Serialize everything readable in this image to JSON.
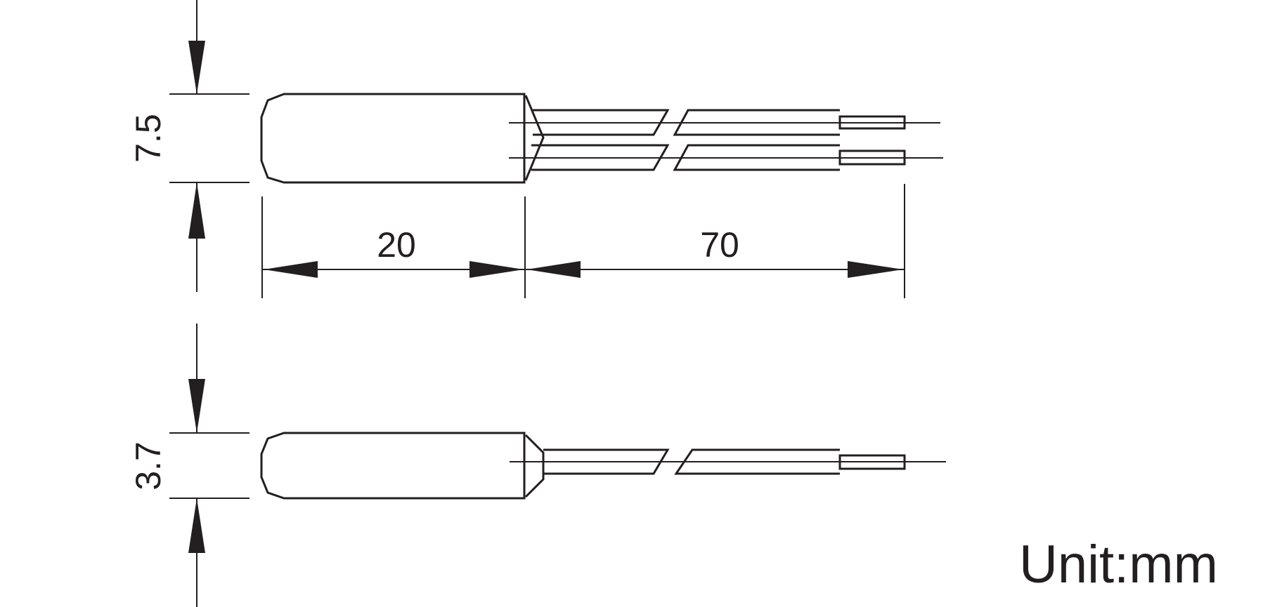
{
  "dimensions": {
    "top_height": "7.5",
    "body_length": "20",
    "lead_length": "70",
    "bottom_height": "3.7"
  },
  "unit_label": "Unit:mm",
  "colors": {
    "ink": "#231f20",
    "background": "#ffffff"
  }
}
